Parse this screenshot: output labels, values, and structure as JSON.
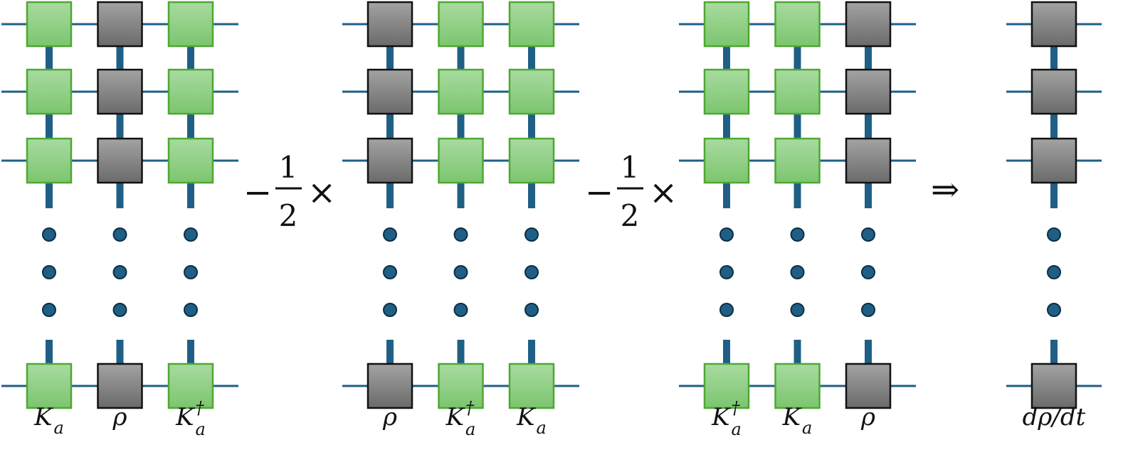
{
  "colors": {
    "wire": "#1f5f86",
    "green_fill_top": "#a8dba0",
    "green_fill_bottom": "#7cc56f",
    "green_border": "#4ea832",
    "gray_fill_top": "#a3a3a3",
    "gray_fill_bottom": "#6a6a6a",
    "gray_border": "#111111",
    "dot_fill": "#1f5f86",
    "dot_stroke": "#0d2f45"
  },
  "terms": [
    {
      "columns": [
        {
          "kind": "green",
          "label": {
            "base": "K",
            "sub": "a",
            "sup": ""
          }
        },
        {
          "kind": "gray",
          "label": {
            "base": "ρ",
            "sub": "",
            "sup": ""
          }
        },
        {
          "kind": "green",
          "label": {
            "base": "K",
            "sub": "a",
            "sup": "†"
          }
        }
      ]
    },
    {
      "columns": [
        {
          "kind": "gray",
          "label": {
            "base": "ρ",
            "sub": "",
            "sup": ""
          }
        },
        {
          "kind": "green",
          "label": {
            "base": "K",
            "sub": "a",
            "sup": "†"
          }
        },
        {
          "kind": "green",
          "label": {
            "base": "K",
            "sub": "a",
            "sup": ""
          }
        }
      ]
    },
    {
      "columns": [
        {
          "kind": "green",
          "label": {
            "base": "K",
            "sub": "a",
            "sup": "†"
          }
        },
        {
          "kind": "green",
          "label": {
            "base": "K",
            "sub": "a",
            "sup": ""
          }
        },
        {
          "kind": "gray",
          "label": {
            "base": "ρ",
            "sub": "",
            "sup": ""
          }
        }
      ]
    },
    {
      "columns": [
        {
          "kind": "gray",
          "label": {
            "base": "dρ/dt",
            "sub": "",
            "sup": ""
          }
        }
      ]
    }
  ],
  "operators": [
    {
      "sign": "−",
      "numerator": "1",
      "denominator": "2",
      "times": "×"
    },
    {
      "sign": "−",
      "numerator": "1",
      "denominator": "2",
      "times": "×"
    }
  ],
  "implies": "⇒"
}
